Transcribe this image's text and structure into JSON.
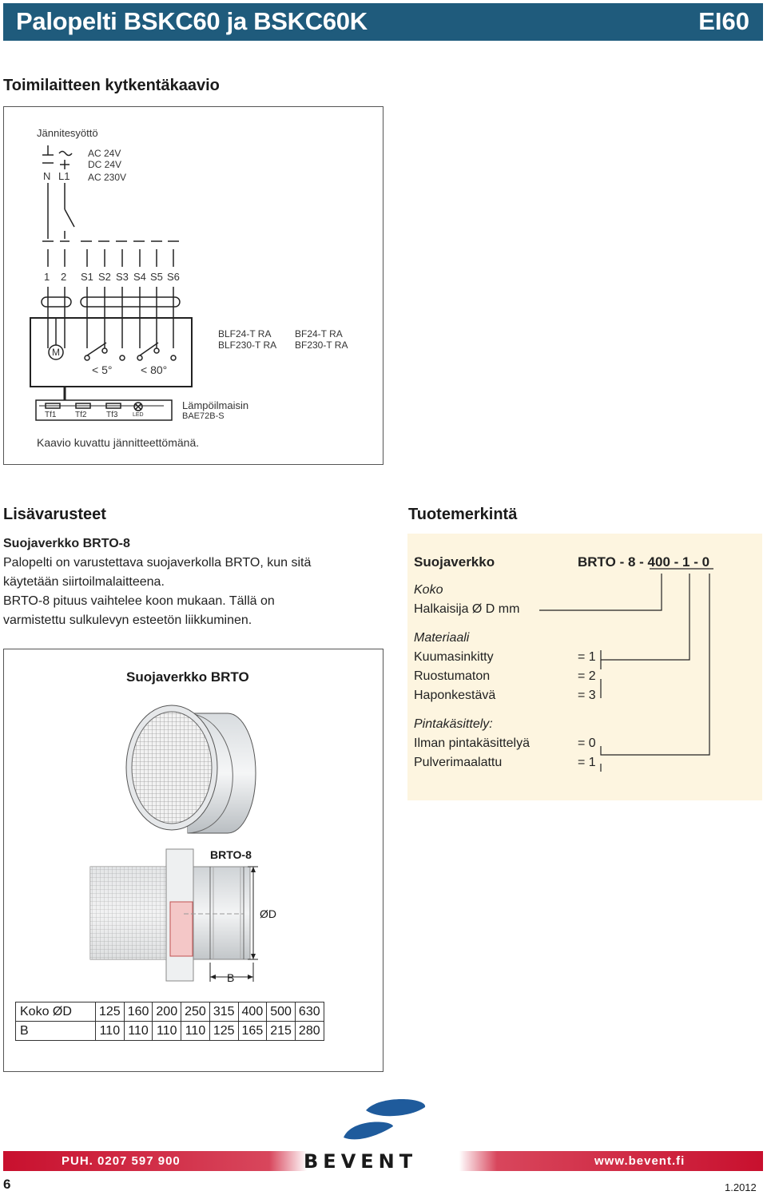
{
  "header": {
    "title": "Palopelti BSKC60 ja BSKC60K",
    "class_label": "EI60"
  },
  "wiring": {
    "title": "Toimilaitteen kytkentäkaavio",
    "supply_label": "Jännitesyöttö",
    "n_label": "N",
    "l1_label": "L1",
    "voltages": [
      "AC 24V",
      "DC 24V",
      "AC 230V"
    ],
    "terminals": [
      "1",
      "2",
      "S1",
      "S2",
      "S3",
      "S4",
      "S5",
      "S6"
    ],
    "motor_label": "M",
    "switch1": "< 5°",
    "switch2": "< 80°",
    "models_left": [
      "BLF24-T RA",
      "BLF230-T RA"
    ],
    "models_right": [
      "BF24-T RA",
      "BF230-T RA"
    ],
    "fuse_labels": [
      "Tf1",
      "Tf2",
      "Tf3",
      "LED"
    ],
    "thermal_label": "Lämpöilmaisin",
    "thermal_model": "BAE72B-S",
    "note": "Kaavio kuvattu jännitteettömänä."
  },
  "accessories": {
    "title": "Lisävarusteet",
    "subtitle": "Suojaverkko BRTO-8",
    "lines": [
      "Palopelti on varustettava suojaverkolla BRTO, kun sitä",
      "käytetään siirtoilmalaitteena.",
      "BRTO-8 pituus vaihtelee koon mukaan. Tällä on",
      "varmistettu sulkulevyn esteetön liikkuminen."
    ],
    "figure_title": "Suojaverkko BRTO",
    "drawing_label": "BRTO-8",
    "diameter_label": "ØD",
    "b_label": "B",
    "table": {
      "row1_header": "Koko ØD",
      "row1": [
        "125",
        "160",
        "200",
        "250",
        "315",
        "400",
        "500",
        "630"
      ],
      "row2_header": "B",
      "row2": [
        "110",
        "110",
        "110",
        "110",
        "125",
        "165",
        "215",
        "280"
      ]
    }
  },
  "product_code": {
    "title": "Tuotemerkintä",
    "name": "Suojaverkko",
    "code_parts": [
      "BRTO",
      " - ",
      "8",
      " - ",
      "400",
      " - ",
      "1",
      " - ",
      "0"
    ],
    "size_heading": "Koko",
    "size_line": "Halkaisija Ø D mm",
    "material_heading": "Materiaali",
    "materials": [
      {
        "label": "Kuumasinkitty",
        "code": "= 1"
      },
      {
        "label": "Ruostumaton",
        "code": "= 2"
      },
      {
        "label": "Haponkestävä",
        "code": "= 3"
      }
    ],
    "finish_heading": "Pintakäsittely:",
    "finishes": [
      {
        "label": "Ilman pintakäsittelyä",
        "code": "= 0"
      },
      {
        "label": "Pulverimaalattu",
        "code": "= 1"
      }
    ]
  },
  "footer": {
    "phone": "PUH.  0207 597 900",
    "brand": "BEVENT",
    "website": "www.bevent.fi",
    "page_number": "6",
    "date": "1.2012",
    "colors": {
      "bar": "#c8102e",
      "brand_blue": "#1f5b9c"
    }
  }
}
